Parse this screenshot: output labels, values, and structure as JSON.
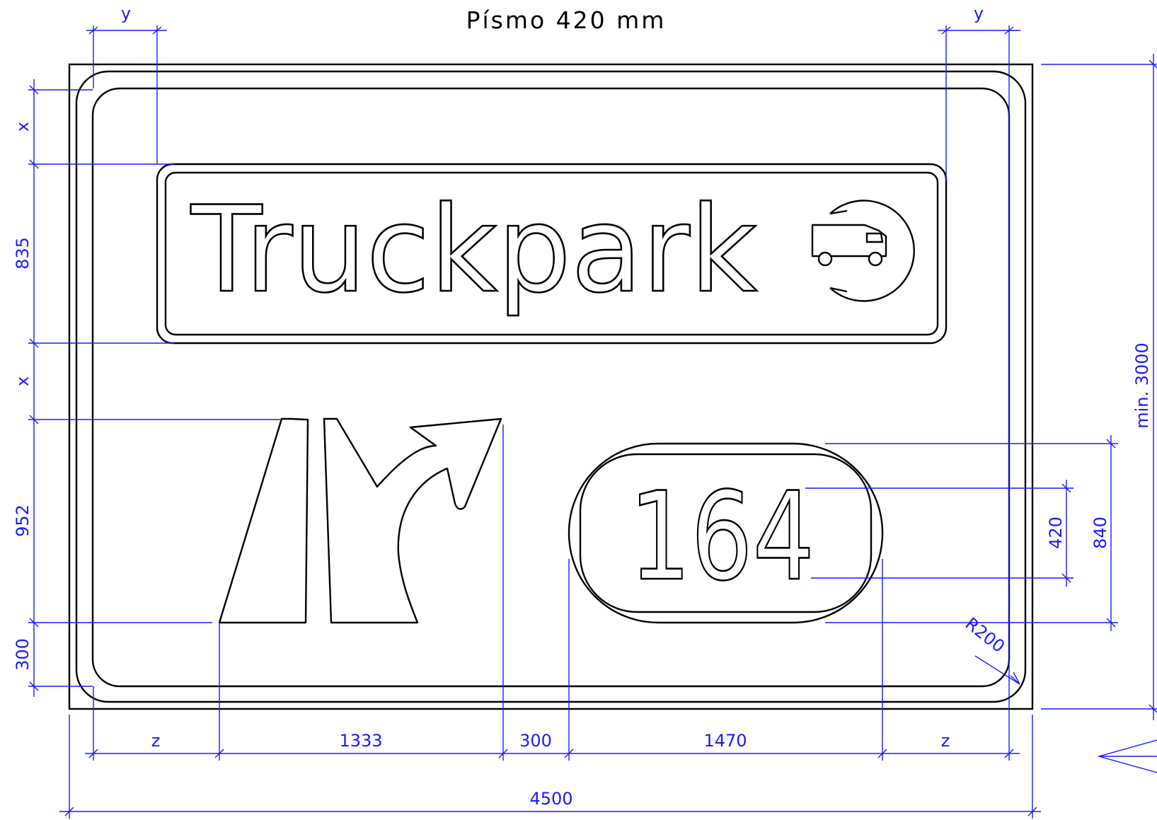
{
  "title": "Písmo 420 mm",
  "sign": {
    "destination": "Truckpark",
    "route_number": "164",
    "symbol": "truck-parking-icon",
    "arrow": "lane-split-arrow-icon"
  },
  "dimensions": {
    "top_left_y": "y",
    "top_right_y": "y",
    "left_x_top": "x",
    "left_835": "835",
    "left_x_mid": "x",
    "left_952": "952",
    "left_300": "300",
    "right_min_height": "min. 3000",
    "right_420": "420",
    "right_840": "840",
    "corner_radius": "R200",
    "bottom_z_left": "z",
    "bottom_1333": "1333",
    "bottom_300": "300",
    "bottom_1470": "1470",
    "bottom_z_right": "z",
    "total_width": "4500"
  },
  "colors": {
    "outline": "#000000",
    "dimension": "#1a1aff",
    "background": "#ffffff"
  }
}
